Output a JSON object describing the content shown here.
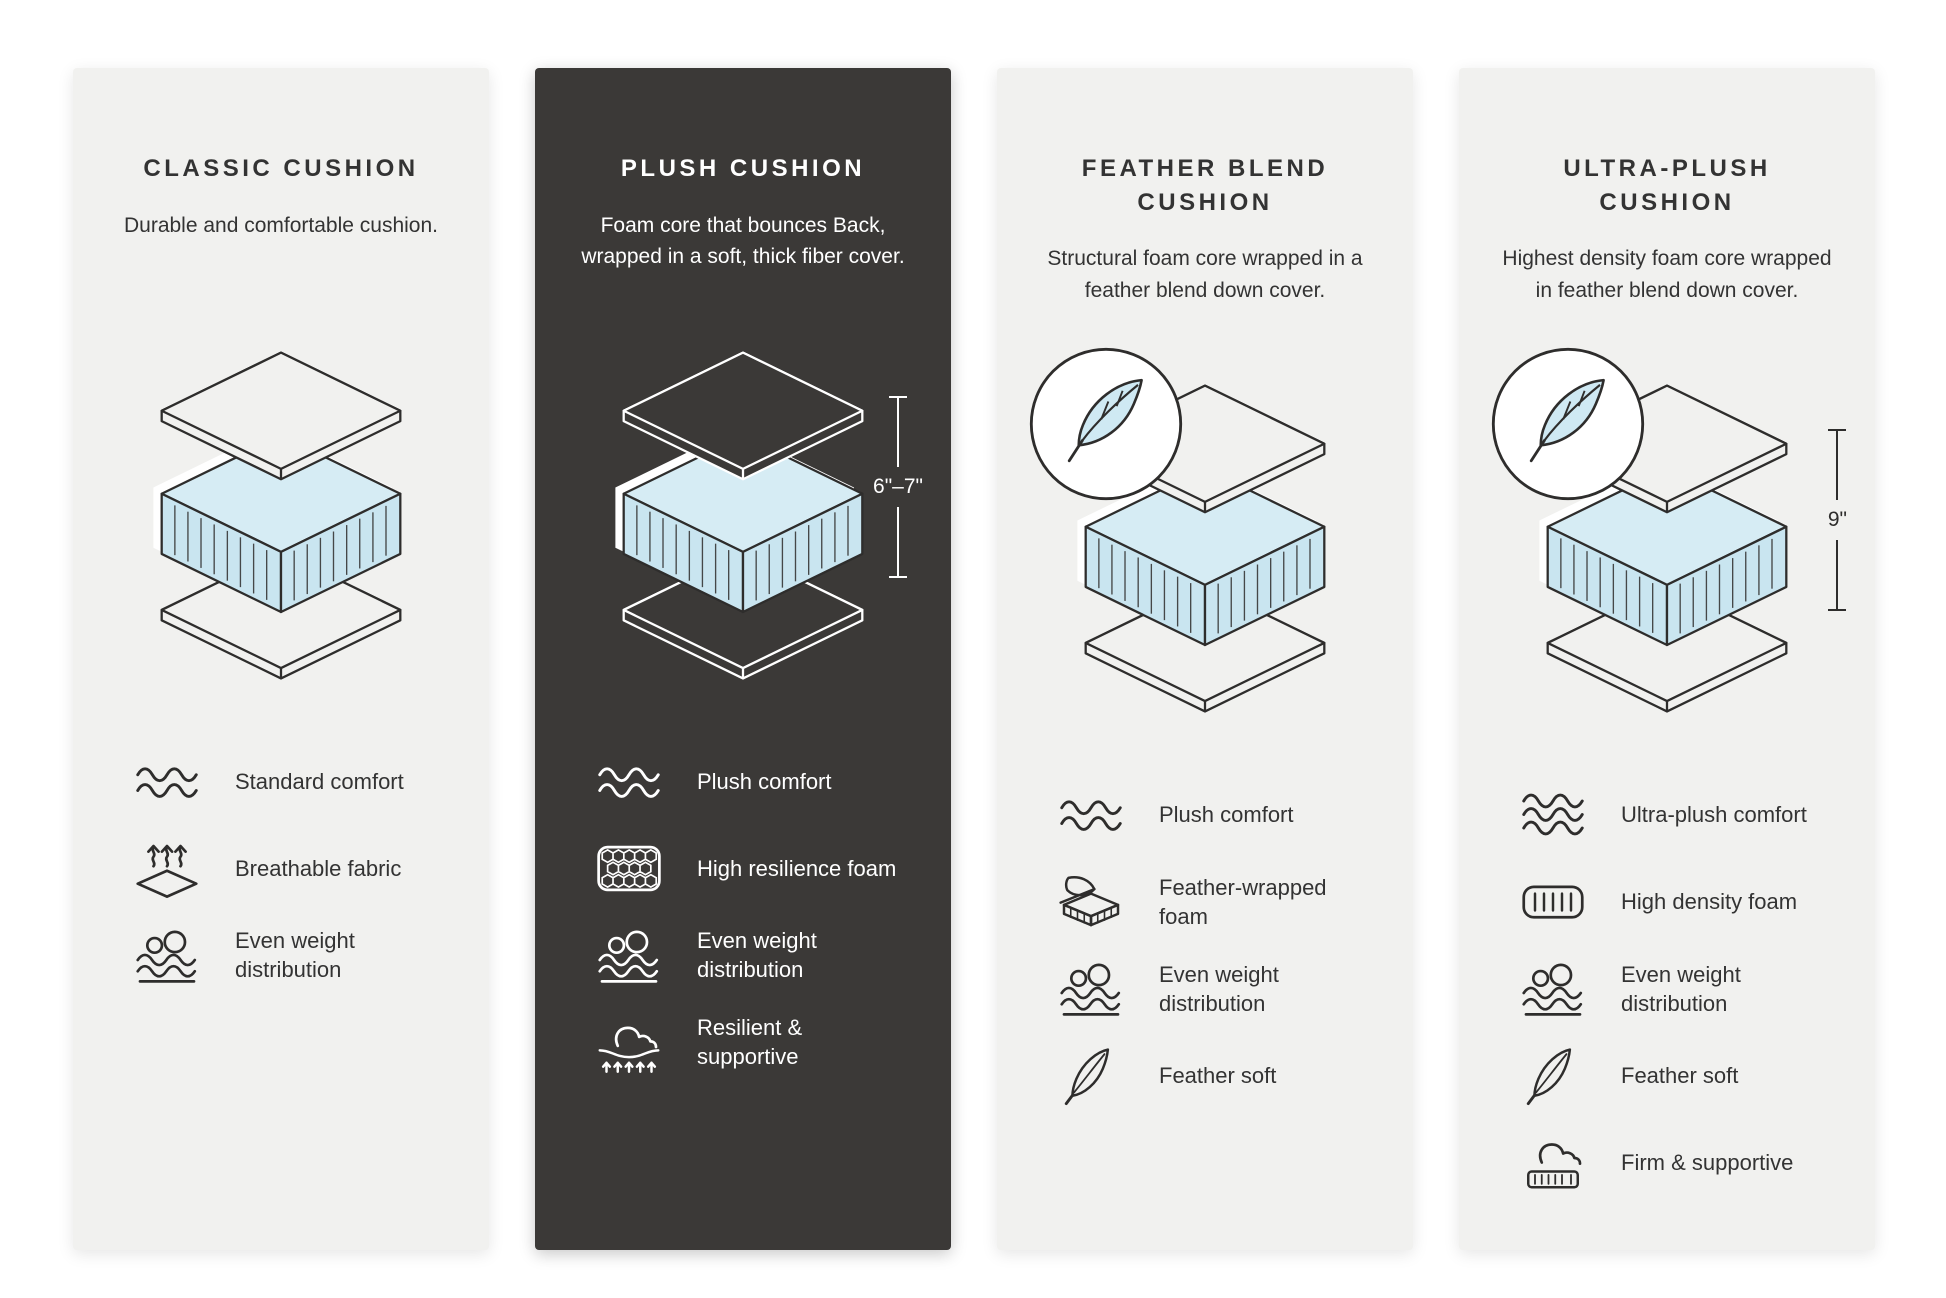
{
  "colors": {
    "page_background": "#ffffff",
    "card_light_background": "#f1f1ef",
    "card_dark_background": "#3b3937",
    "ink": "#2e2d2c",
    "foam_top_blue": "#d6ecf4",
    "foam_side_blue": "#c9e5f0"
  },
  "cards": [
    {
      "title": "CLASSIC CUSHION",
      "description": "Durable and comfortable cushion.",
      "theme": "light",
      "illustration": {
        "feather_badge": false
      },
      "features": [
        {
          "icon": "wave-comfort-icon",
          "label": "Standard comfort"
        },
        {
          "icon": "breathable-fabric-icon",
          "label": "Breathable fabric"
        },
        {
          "icon": "weight-distribution-icon",
          "label": "Even weight distribution"
        }
      ]
    },
    {
      "title": "PLUSH CUSHION",
      "description": "Foam core that bounces Back, wrapped in a soft, thick fiber cover.",
      "theme": "dark",
      "illustration": {
        "feather_badge": false,
        "height_label": "6\"–7\""
      },
      "features": [
        {
          "icon": "wave-comfort-icon",
          "label": "Plush comfort"
        },
        {
          "icon": "honeycomb-foam-icon",
          "label": "High resilience foam"
        },
        {
          "icon": "weight-distribution-icon",
          "label": "Even weight distribution"
        },
        {
          "icon": "hand-press-icon",
          "label": "Resilient & supportive"
        }
      ]
    },
    {
      "title": "FEATHER BLEND CUSHION",
      "description": "Structural foam core wrapped in a feather blend down cover.",
      "theme": "light",
      "illustration": {
        "feather_badge": true
      },
      "features": [
        {
          "icon": "wave-comfort-icon",
          "label": "Plush comfort"
        },
        {
          "icon": "feather-wrapped-foam-icon",
          "label": "Feather-wrapped foam"
        },
        {
          "icon": "weight-distribution-icon",
          "label": "Even weight distribution"
        },
        {
          "icon": "feather-icon",
          "label": "Feather soft"
        }
      ]
    },
    {
      "title": "ULTRA-PLUSH CUSHION",
      "description": "Highest density foam core wrapped in feather blend down cover.",
      "theme": "light",
      "illustration": {
        "feather_badge": true,
        "height_label": "9\""
      },
      "features": [
        {
          "icon": "triple-wave-comfort-icon",
          "label": "Ultra-plush comfort"
        },
        {
          "icon": "foam-ribs-icon",
          "label": "High density foam"
        },
        {
          "icon": "weight-distribution-icon",
          "label": "Even weight distribution"
        },
        {
          "icon": "feather-icon",
          "label": "Feather soft"
        },
        {
          "icon": "firm-support-icon",
          "label": "Firm & supportive"
        }
      ]
    }
  ]
}
